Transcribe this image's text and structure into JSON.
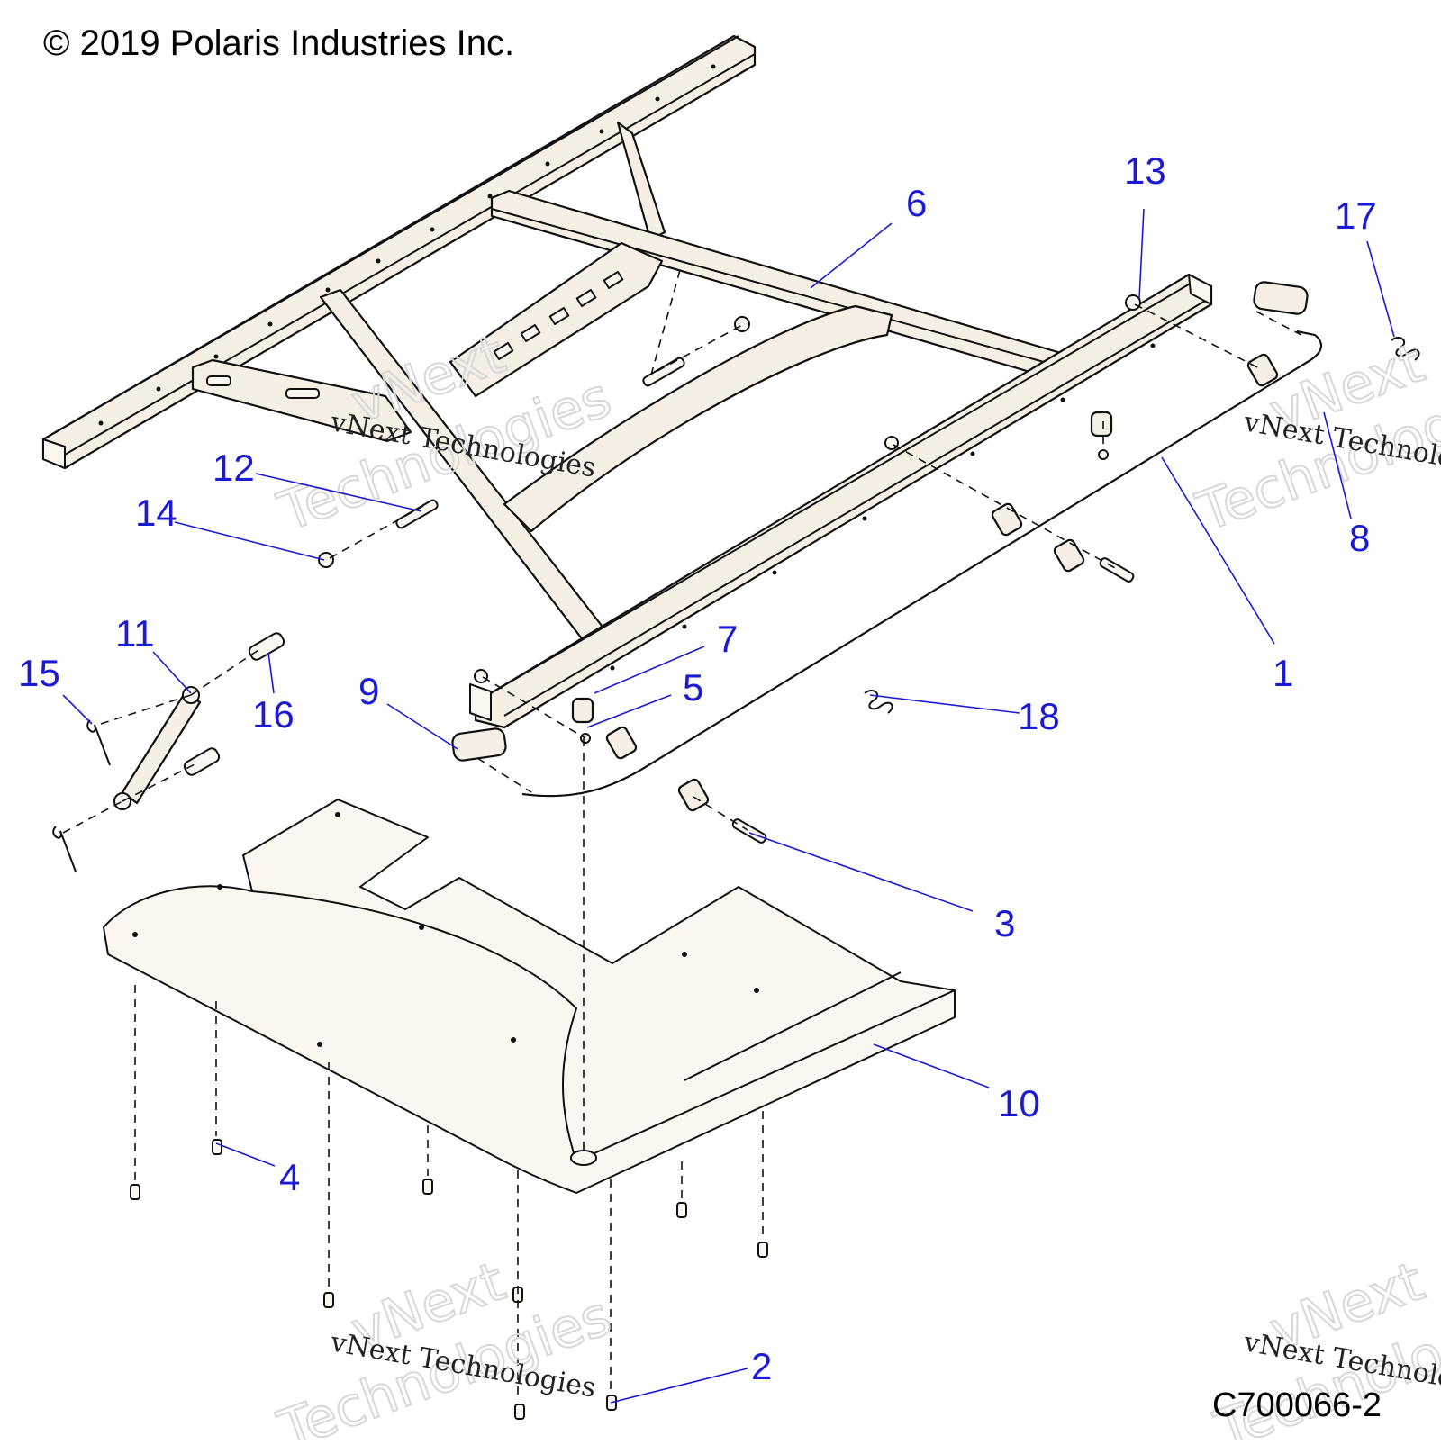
{
  "copyright": "© 2019 Polaris Industries Inc.",
  "diagram_code": "C700066-2",
  "watermark": {
    "brand": "vNext",
    "company": "Technologies",
    "full": "vNext Technologies"
  },
  "callouts": [
    {
      "id": "c1",
      "label": "1"
    },
    {
      "id": "c2",
      "label": "2"
    },
    {
      "id": "c3",
      "label": "3"
    },
    {
      "id": "c4",
      "label": "4"
    },
    {
      "id": "c5",
      "label": "5"
    },
    {
      "id": "c6",
      "label": "6"
    },
    {
      "id": "c7",
      "label": "7"
    },
    {
      "id": "c8",
      "label": "8"
    },
    {
      "id": "c9",
      "label": "9"
    },
    {
      "id": "c10",
      "label": "10"
    },
    {
      "id": "c11",
      "label": "11"
    },
    {
      "id": "c12",
      "label": "12"
    },
    {
      "id": "c13",
      "label": "13"
    },
    {
      "id": "c14",
      "label": "14"
    },
    {
      "id": "c15",
      "label": "15"
    },
    {
      "id": "c16",
      "label": "16"
    },
    {
      "id": "c17",
      "label": "17"
    },
    {
      "id": "c18",
      "label": "18"
    }
  ],
  "colors": {
    "callout": "#1a1ad6",
    "part_fill": "#f5efe5",
    "line": "#111111",
    "watermark": "#d7d7d7"
  }
}
